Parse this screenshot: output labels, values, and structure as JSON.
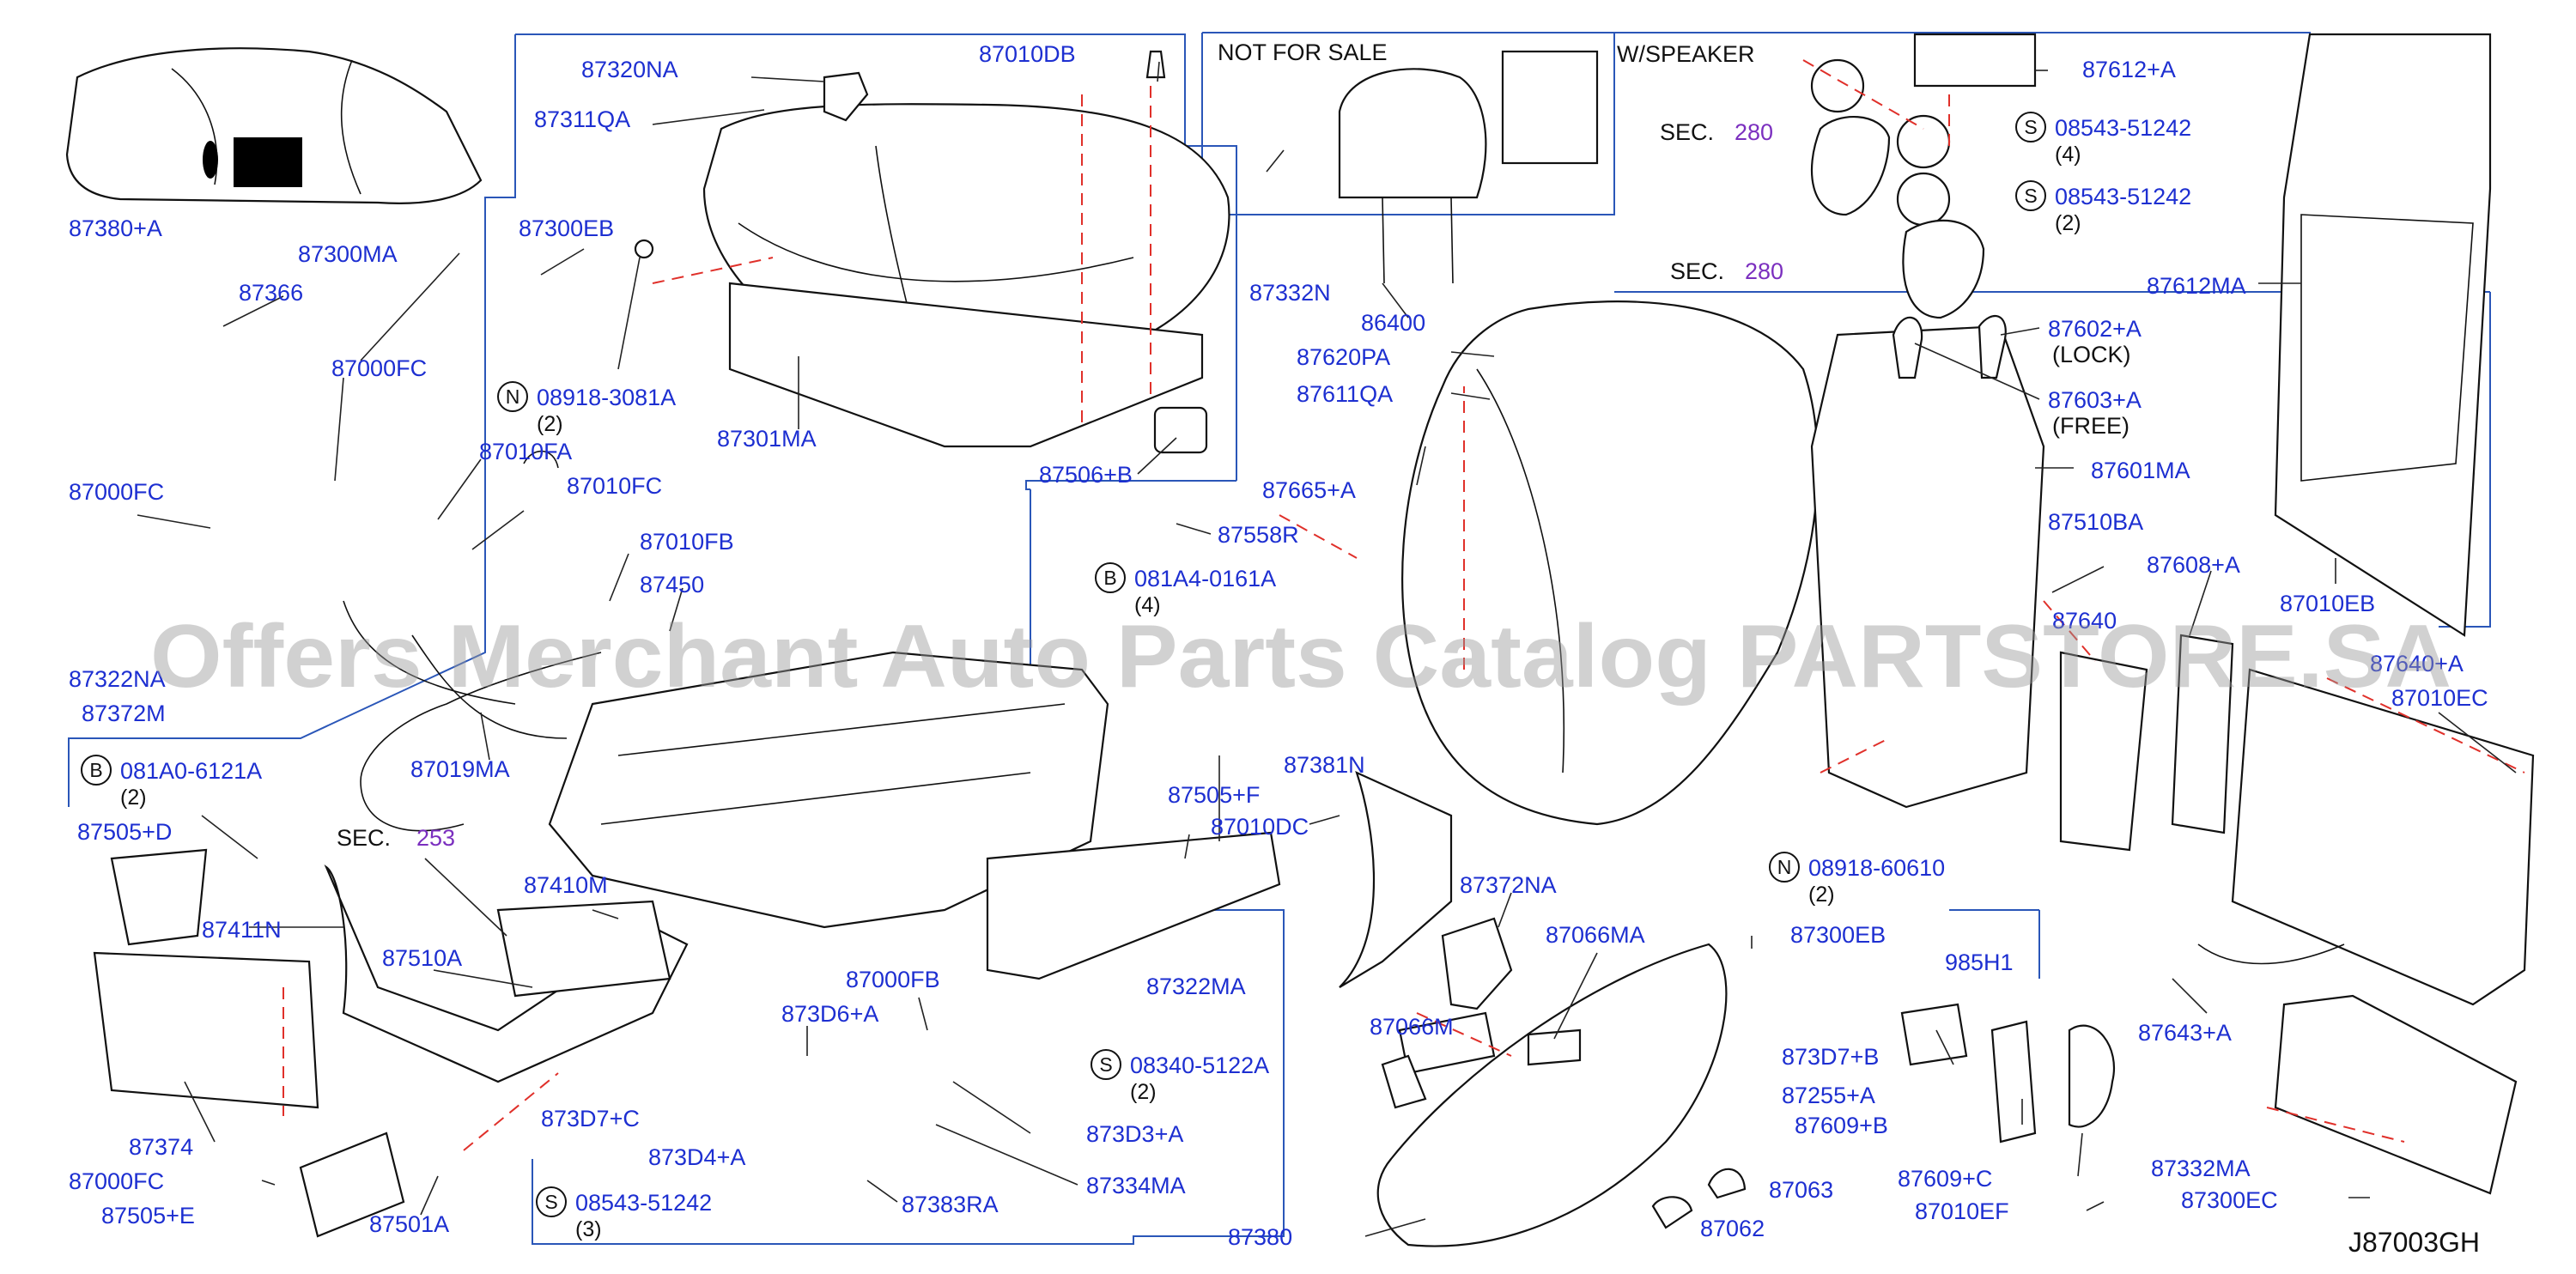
{
  "watermark": "Offers Merchant Auto Parts Catalog PARTSTORE.SA",
  "diagram_code": "J87003GH",
  "box_labels": {
    "not_for_sale": "NOT   FOR   SALE",
    "w_speaker": "W/SPEAKER"
  },
  "sections": [
    {
      "prefix": "SEC.",
      "number": "280"
    },
    {
      "prefix": "SEC.",
      "number": "280"
    },
    {
      "prefix": "SEC.",
      "number": "253"
    }
  ],
  "parts": [
    "87380+A",
    "87366",
    "87000FC",
    "87300MA",
    "87300EB",
    "87320NA",
    "87311QA",
    "87010DB",
    "87301MA",
    "87000FC",
    "87322NA",
    "87372M",
    "87010FA",
    "87010FC",
    "87010FB",
    "87450",
    "87019MA",
    "87506+B",
    "87558R",
    "87332N",
    "86400",
    "87620PA",
    "87611QA",
    "87665+A",
    "87612+A",
    "87612MA",
    "87602+A",
    "87603+A",
    "87601MA",
    "87510BA",
    "87608+A",
    "87010EB",
    "87010EC",
    "87505+D",
    "87411N",
    "87410M",
    "87510A",
    "87374",
    "87000FC",
    "87505+E",
    "87501A",
    "87000FB",
    "873D6+A",
    "873D7+C",
    "873D4+A",
    "873D3+A",
    "87334MA",
    "87383RA",
    "87505+F",
    "87010DC",
    "87322MA",
    "87381N",
    "87372NA",
    "87066MA",
    "87066M",
    "87380",
    "87063",
    "87062",
    "87300EB",
    "985H1",
    "873D7+B",
    "87255+A",
    "87609+B",
    "87609+C",
    "87010EF",
    "87643+A",
    "87332MA",
    "87300EC"
  ],
  "fasteners": [
    {
      "badge": "N",
      "number": "08918-3081A",
      "qty": "(2)"
    },
    {
      "badge": "B",
      "number": "081A4-0161A",
      "qty": "(4)"
    },
    {
      "badge": "B",
      "number": "081A0-6121A",
      "qty": "(2)"
    },
    {
      "badge": "S",
      "number": "08543-51242",
      "qty": "(3)"
    },
    {
      "badge": "S",
      "number": "08340-5122A",
      "qty": "(2)"
    },
    {
      "badge": "S",
      "number": "08543-51242",
      "qty": "(4)"
    },
    {
      "badge": "S",
      "number": "08543-51242",
      "qty": "(2)"
    },
    {
      "badge": "N",
      "number": "08918-60610",
      "qty": "(2)"
    }
  ],
  "notes": [
    "(LOCK)",
    "(FREE)"
  ],
  "partial_labels": [
    "87640",
    "87640+A"
  ]
}
